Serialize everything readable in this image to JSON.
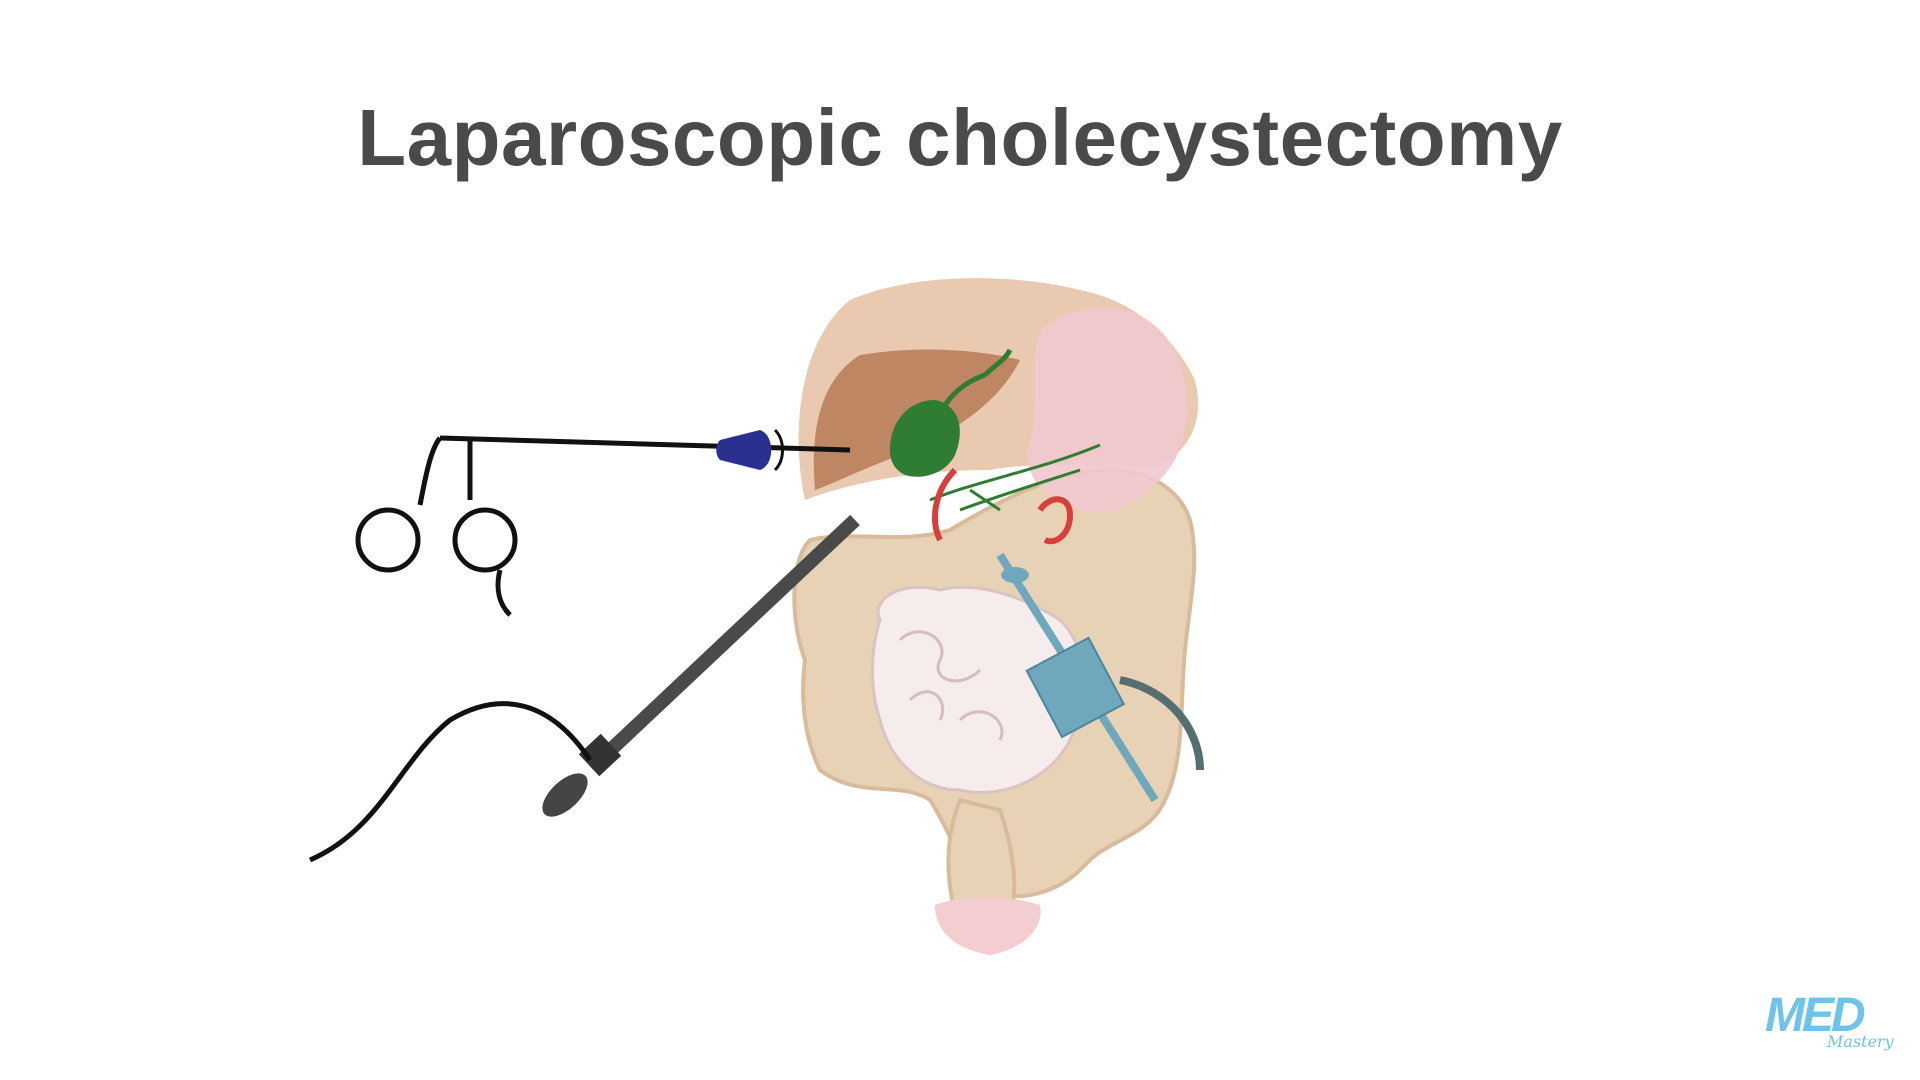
{
  "slide": {
    "title": "Laparoscopic cholecystectomy"
  },
  "logo": {
    "letters": "MED",
    "sub": "Mastery",
    "color": "#6fc3ea"
  },
  "colors": {
    "title": "#4a4a4a",
    "liver": "#e9c9b0",
    "liver_dark": "#b77a57",
    "gallbladder": "#2e7d32",
    "stomach": "#f1c9cf",
    "intestine": "#e8d2b6",
    "small_intestine": "#f6ecec",
    "trocar_cap": "#2b2f8f",
    "camera_tool": "#4a4a4a",
    "port_device": "#6fa8bd",
    "vessel": "#d7403a"
  },
  "icons": {
    "grasper": "grasper-instrument-icon",
    "laparoscope": "laparoscope-icon",
    "trocar": "trocar-port-icon"
  }
}
